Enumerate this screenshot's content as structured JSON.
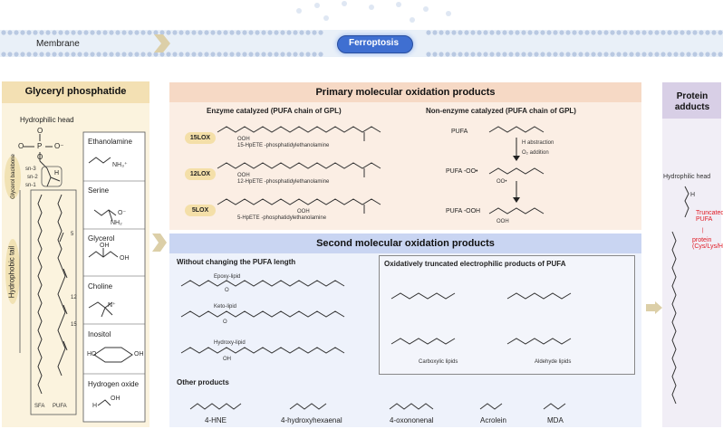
{
  "membrane": {
    "label": "Membrane",
    "ferroptosis": "Ferroptosis"
  },
  "colors": {
    "membrane_band": "#e9f0f8",
    "ferro_pill": "#3f6fd1",
    "gpl_panel": "#fbf3de",
    "primary_panel": "#fbeee4",
    "primary_header": "#f6d9c5",
    "second_panel": "#eef2fb",
    "second_header": "#c9d5f2",
    "protein_panel": "#f1eef6",
    "protein_header": "#d8cfe6",
    "enzyme_badge": "#f4dfa8",
    "arrow": "#dccfa8",
    "red_text": "#e01b24"
  },
  "gpl": {
    "title": "Glyceryl phosphatide",
    "hydrophilic_head": "Hydrophilic head",
    "glycerol_backbone": "Glycerol backbone",
    "hydrophobic_tail": "Hydrophobic tail",
    "sn3": "sn-3",
    "sn2": "sn-2",
    "sn1": "sn-1",
    "p": "P",
    "o": "O",
    "o_minus": "O⁻",
    "h": "H",
    "sfa": "SFA",
    "pufa": "PUFA",
    "pos5": "5",
    "pos12": "12",
    "pos15": "15",
    "heads": [
      "Ethanolamine",
      "Serine",
      "Glycerol",
      "Choline",
      "Inositol",
      "Hydrogen oxide"
    ],
    "nh3": "NH₃⁺",
    "nh2": "NH₂",
    "o_dash": "O⁻",
    "oh": "OH",
    "ho": "HO",
    "n_plus": "N⁺",
    "h_oh": "H",
    "oh2": "OH"
  },
  "primary": {
    "title": "Primary molecular oxidation products",
    "enzyme_title": "Enzyme catalyzed (PUFA chain of GPL)",
    "nonenzyme_title": "Non-enzyme catalyzed (PUFA chain of GPL)",
    "enzymes": [
      {
        "badge": "15LOX",
        "product": "15-HpETE -phosphatidylethanolamine",
        "ooh": "OOH"
      },
      {
        "badge": "12LOX",
        "product": "12-HpETE -phosphatidylethanolamine",
        "ooh": "OOH"
      },
      {
        "badge": "5LOX",
        "product": "5-HpETE -phosphatidylethanolamine",
        "ooh": "OOH"
      }
    ],
    "nonenzyme": {
      "pufa": "PUFA",
      "pufa_oo": "PUFA -OO•",
      "pufa_ooh": "PUFA -OOH",
      "h_abstraction": "H abstraction",
      "o2_addition": "O₂ addition",
      "oo_dot": "OO•",
      "ooh": "OOH"
    }
  },
  "second": {
    "title": "Second molecular oxidation products",
    "without_title": "Without changing the PUFA length",
    "without_items": [
      "Epoxy-lipid",
      "Keto-lipid",
      "Hydroxy-lipid"
    ],
    "o": "O",
    "oh": "OH",
    "truncated_title": "Oxidatively truncated electrophilic products of PUFA",
    "carboxylic": "Carboxylic lipids",
    "aldehyde": "Aldehyde lipids",
    "other_title": "Other products",
    "others": [
      "4-HNE",
      "4-hydroxyhexaenal",
      "4-oxononenal",
      "Acrolein",
      "MDA"
    ]
  },
  "protein": {
    "title": "Protein adducts",
    "hydrophilic_head": "Hydrophilic head",
    "h": "H",
    "truncated": "Truncated PUFA",
    "bar": "|",
    "protein": "protein (Cys/Lys/His)"
  }
}
